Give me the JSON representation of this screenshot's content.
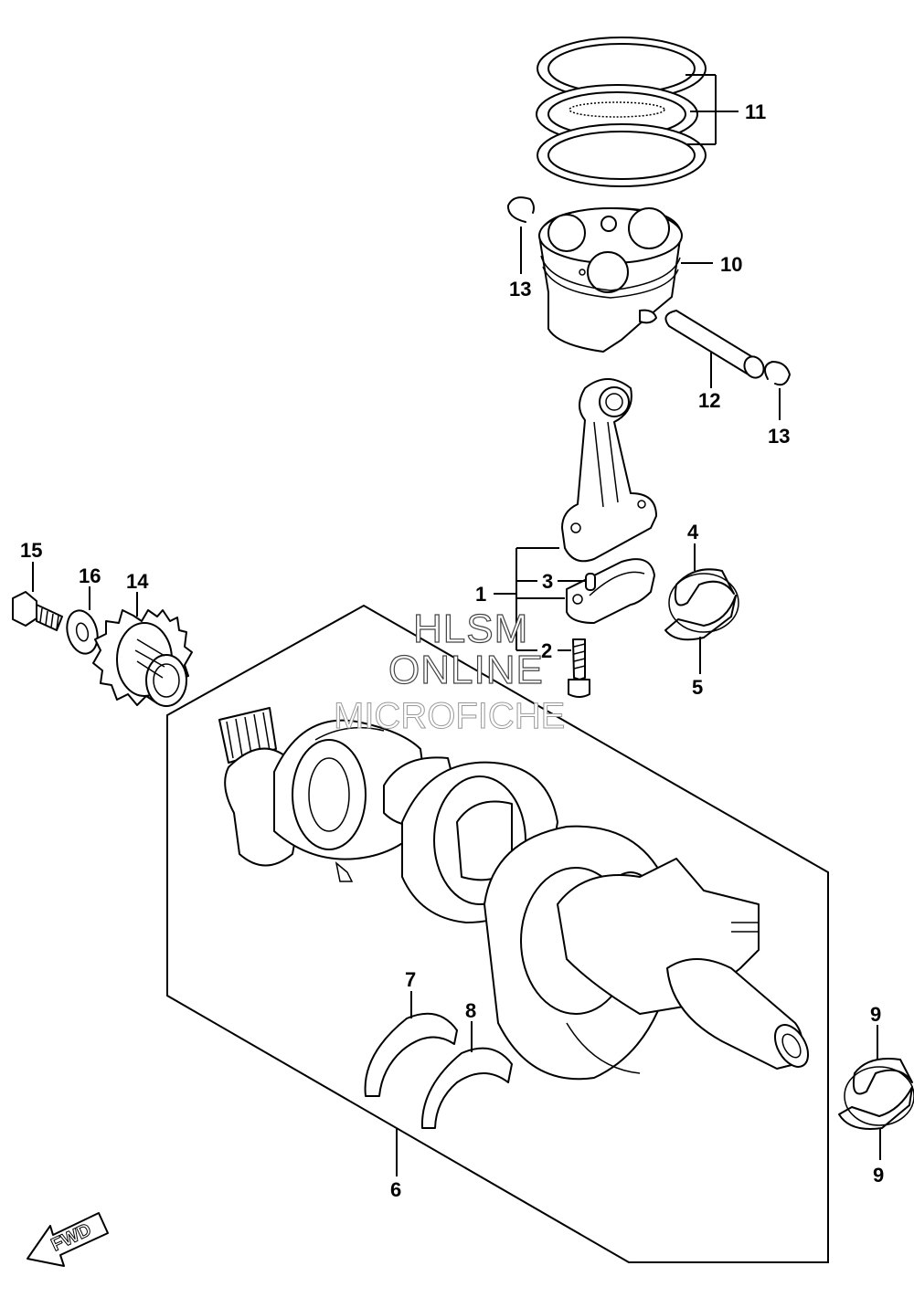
{
  "diagram": {
    "callouts": {
      "c1": "1",
      "c2": "2",
      "c3": "3",
      "c4": "4",
      "c5": "5",
      "c6": "6",
      "c7": "7",
      "c8": "8",
      "c9a": "9",
      "c9b": "9",
      "c10": "10",
      "c11": "11",
      "c12": "12",
      "c13a": "13",
      "c13b": "13",
      "c14": "14",
      "c15": "15",
      "c16": "16"
    },
    "watermark": {
      "line1": "HLSM",
      "line2": "ONLINE",
      "line3": "MICROFICHE"
    },
    "fwd_label": "FWD"
  }
}
